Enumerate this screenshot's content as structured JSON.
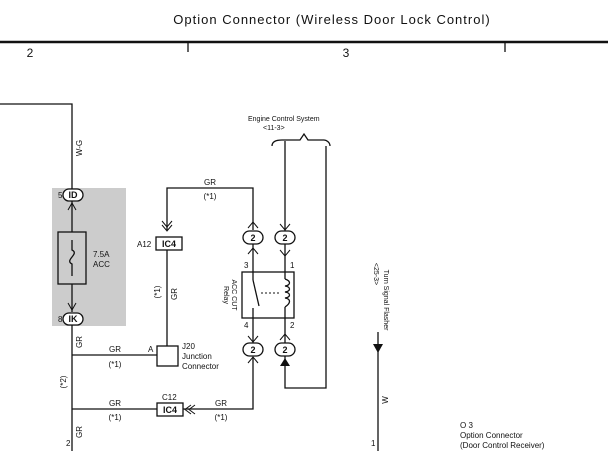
{
  "header": {
    "title": "Option Connector (Wireless Door Lock Control)",
    "col_2": "2",
    "col_3": "3"
  },
  "fuse": {
    "pin_top_num": "5",
    "pin_top": "ID",
    "pin_bottom_num": "8",
    "pin_bottom": "IK",
    "rating": "7.5A",
    "name": "ACC",
    "shade_color": "#cccccc"
  },
  "wires": {
    "w_g": "W-G",
    "gr": "GR",
    "plus1": "(*1)",
    "plus2": "(*2)",
    "w": "W"
  },
  "connectors": {
    "a12": "A12",
    "ic4": "IC4",
    "c12": "C12",
    "pin_2": "2",
    "pin_a": "A"
  },
  "junction": {
    "code": "J20",
    "line1": "Junction",
    "line2": "Connector"
  },
  "relay": {
    "line1": "ACC CUT",
    "line2": "Relay",
    "pin_3": "3",
    "pin_1": "1",
    "pin_4": "4",
    "pin_2": "2"
  },
  "engine": {
    "line1": "Engine Control System",
    "line2": "<11-3>"
  },
  "turn": {
    "line1": "Turn Signal Flasher",
    "line2": "<25-3>"
  },
  "component": {
    "code": "O 3",
    "line1": "Option Connector",
    "line2": "(Door Control Receiver)",
    "pin_2": "2",
    "pin_1": "1"
  }
}
